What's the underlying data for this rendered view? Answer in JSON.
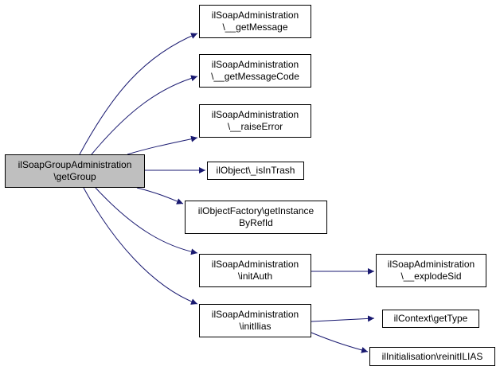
{
  "colors": {
    "edge": "#191970",
    "root_fill": "#bfbfbf",
    "node_fill": "#ffffff",
    "node_border": "#000000"
  },
  "nodes": {
    "root": {
      "line1": "ilSoapGroupAdministration",
      "line2": "\\getGroup"
    },
    "getMessage": {
      "line1": "ilSoapAdministration",
      "line2": "\\__getMessage"
    },
    "getMessageCode": {
      "line1": "ilSoapAdministration",
      "line2": "\\__getMessageCode"
    },
    "raiseError": {
      "line1": "ilSoapAdministration",
      "line2": "\\__raiseError"
    },
    "isInTrash": {
      "line1": "ilObject\\_isInTrash"
    },
    "getInstanceByRefId": {
      "line1": "ilObjectFactory\\getInstance",
      "line2": "ByRefId"
    },
    "initAuth": {
      "line1": "ilSoapAdministration",
      "line2": "\\initAuth"
    },
    "initIlias": {
      "line1": "ilSoapAdministration",
      "line2": "\\initIlias"
    },
    "explodeSid": {
      "line1": "ilSoapAdministration",
      "line2": "\\__explodeSid"
    },
    "getType": {
      "line1": "ilContext\\getType"
    },
    "reinitILIAS": {
      "line1": "ilInitialisation\\reinitILIAS"
    }
  }
}
